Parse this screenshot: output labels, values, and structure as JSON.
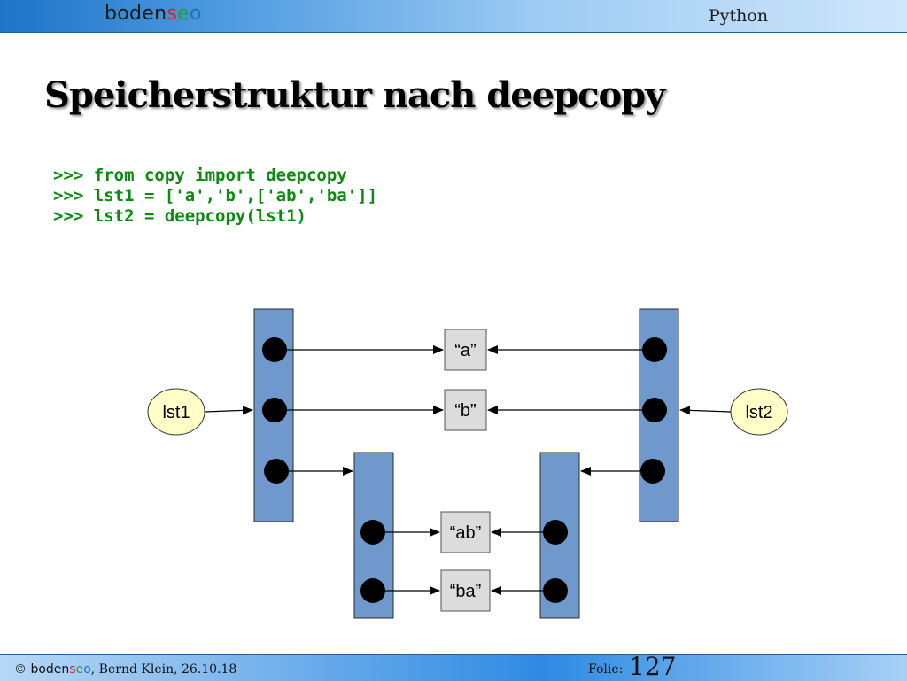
{
  "header": {
    "logo": {
      "part1": "boden",
      "s": "s",
      "e": "e",
      "o": "o"
    },
    "topic": "Python"
  },
  "title": "Speicherstruktur nach deepcopy",
  "code_lines": [
    ">>> from copy import deepcopy",
    ">>> lst1 = ['a','b',['ab','ba']]",
    ">>> lst2 = deepcopy(lst1)"
  ],
  "diagram": {
    "variables": {
      "left": "lst1",
      "right": "lst2"
    },
    "strings": {
      "a": "“a”",
      "b": "“b”",
      "ab": "“ab”",
      "ba": "“ba”"
    }
  },
  "footer": {
    "copyright": "©",
    "brand": {
      "part1": "boden",
      "s": "s",
      "e": "e",
      "o": "o"
    },
    "author_date": ", Bernd Klein, 26.10.18",
    "slide_label": "Folie:",
    "slide_number": "127"
  },
  "colors": {
    "list_fill": "#6f98cc",
    "string_fill": "#dcdcdc",
    "var_fill": "#ffffc8",
    "code_green": "#0d8a12"
  }
}
